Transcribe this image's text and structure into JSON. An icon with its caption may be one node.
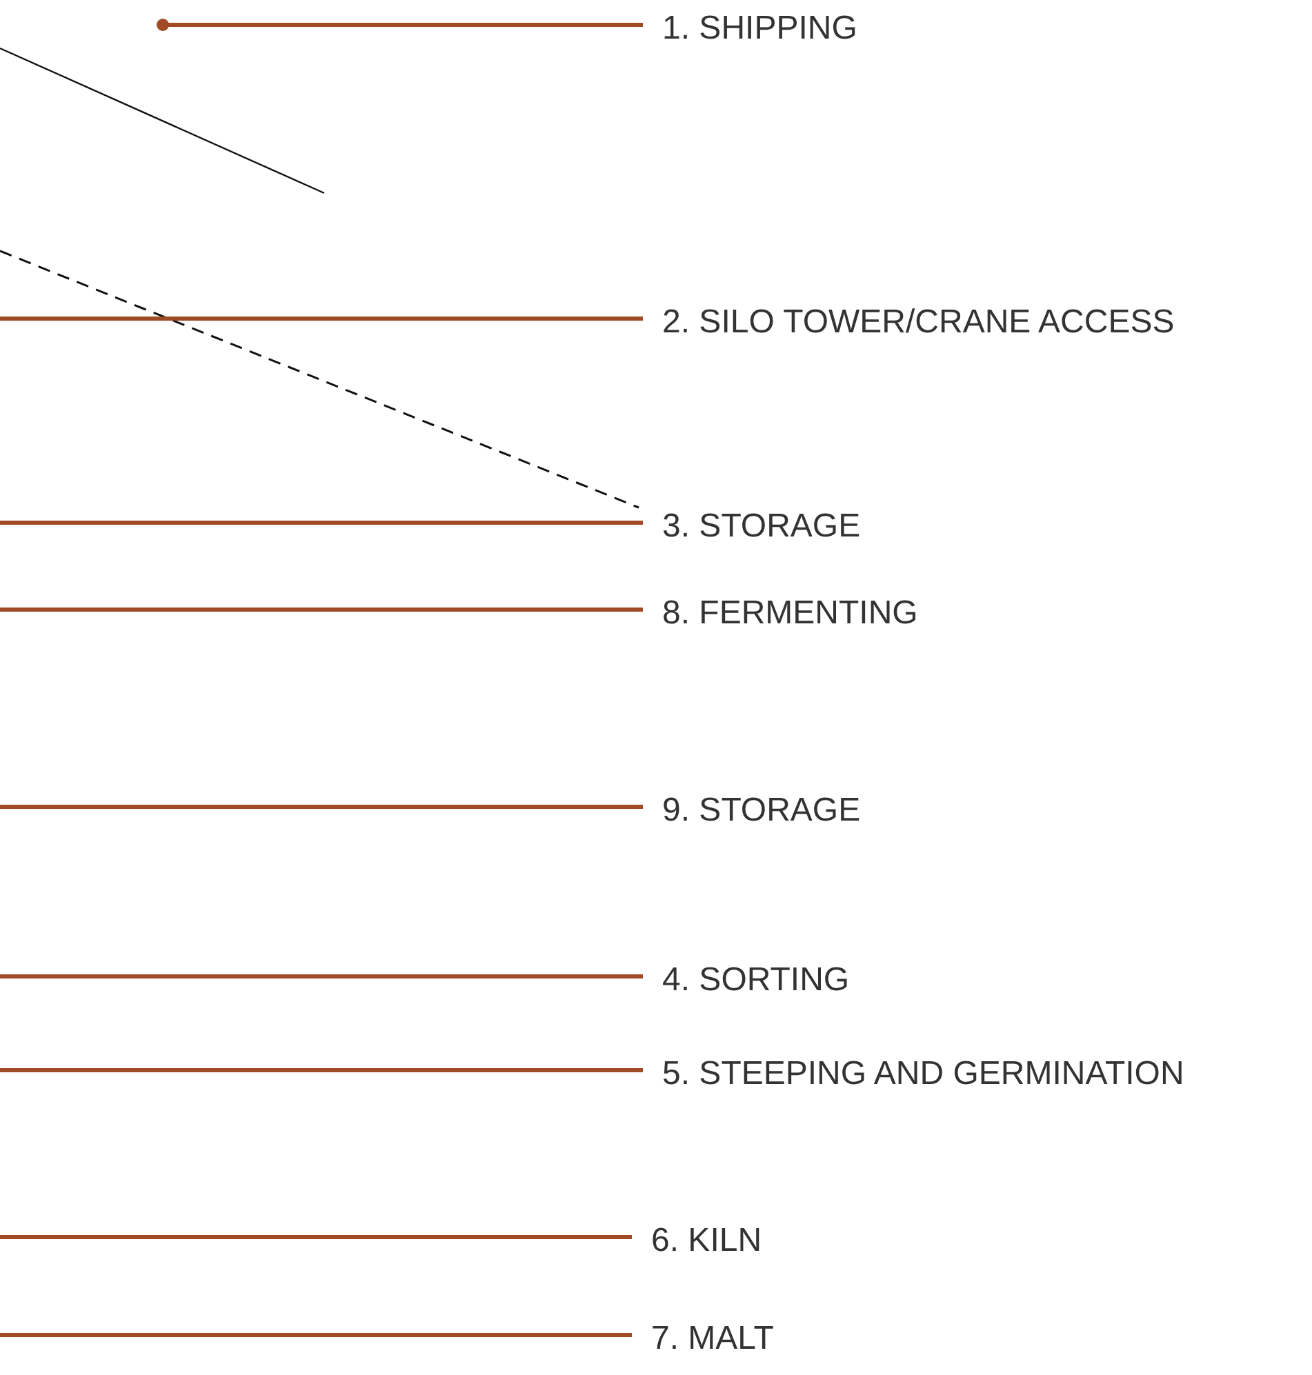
{
  "diagram": {
    "nodes": [
      {
        "text": [
          "1. SHIPPING"
        ]
      },
      {
        "text": [
          "2. SILO TOWER/CRANE ACCESS"
        ]
      },
      {
        "text": [
          "3. STORAGE"
        ]
      },
      {
        "text": [
          "8. FERMENTING"
        ]
      },
      {
        "text": [
          "9. STORAGE"
        ]
      },
      {
        "text": [
          "4. SORTING"
        ]
      },
      {
        "text": [
          "5. STEEPING AND GERMINATION"
        ]
      },
      {
        "text": [
          "6. KILN"
        ]
      },
      {
        "text": [
          "7. MALT"
        ]
      }
    ],
    "edges": [
      {
        "from": 0,
        "to": null,
        "arrow": "other"
      },
      {
        "from": 1,
        "to": null,
        "arrow": "none"
      },
      {
        "from": 2,
        "to": null,
        "arrow": "none"
      },
      {
        "from": 3,
        "to": null,
        "arrow": "none"
      },
      {
        "from": 4,
        "to": null,
        "arrow": "none"
      },
      {
        "from": 5,
        "to": null,
        "arrow": "none"
      },
      {
        "from": 6,
        "to": null,
        "arrow": "none"
      },
      {
        "from": 7,
        "to": null,
        "arrow": "none"
      },
      {
        "from": 8,
        "to": null,
        "arrow": "none"
      }
    ]
  }
}
